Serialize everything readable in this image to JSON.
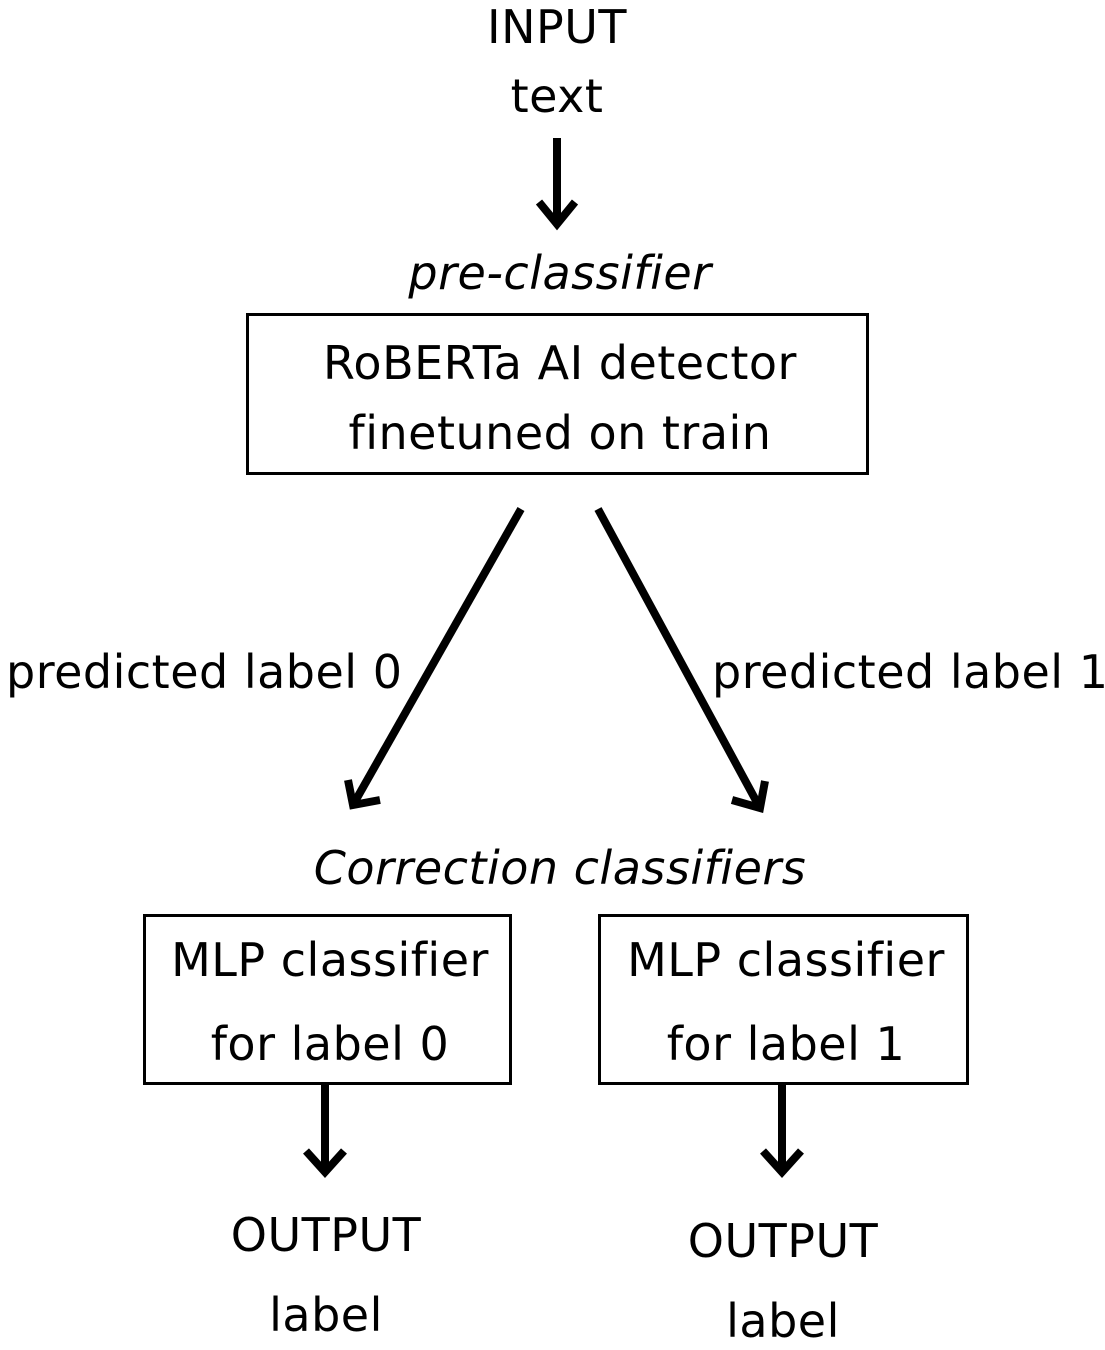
{
  "input": {
    "line1": "INPUT",
    "line2": "text"
  },
  "pre_classifier": {
    "heading": "pre-classifier",
    "box_line1": "RoBERTa AI detector",
    "box_line2": "finetuned on train"
  },
  "edges": {
    "left_label": "predicted label 0",
    "right_label": "predicted label 1"
  },
  "correction": {
    "heading": "Correction classifiers",
    "left_box_line1": "MLP classifier",
    "left_box_line2": "for label 0",
    "right_box_line1": "MLP classifier",
    "right_box_line2": "for label 1"
  },
  "outputs": {
    "left_line1": "OUTPUT",
    "left_line2": "label",
    "right_line1": "OUTPUT",
    "right_line2": "label"
  }
}
